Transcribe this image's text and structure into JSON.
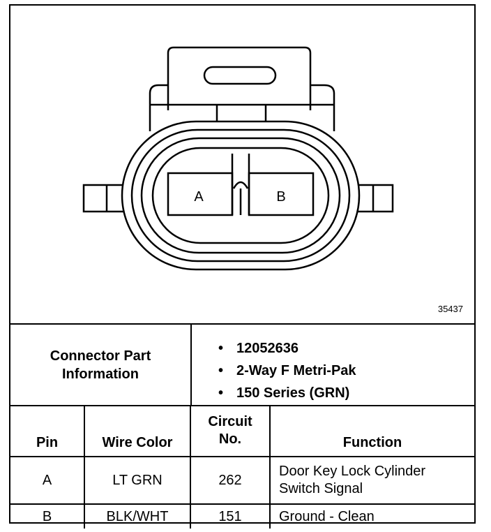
{
  "diagram": {
    "figure_number": "35437",
    "pin_labels": [
      "A",
      "B"
    ]
  },
  "connector_info": {
    "label": "Connector Part Information",
    "items": [
      "12052636",
      "2-Way F Metri-Pak",
      "150 Series (GRN)"
    ]
  },
  "pin_table": {
    "headers": {
      "pin": "Pin",
      "wire_color": "Wire Color",
      "circuit_no": "Circuit No.",
      "function": "Function"
    },
    "rows": [
      {
        "pin": "A",
        "wire_color": "LT GRN",
        "circuit_no": "262",
        "function": "Door Key Lock Cylinder Switch Signal"
      },
      {
        "pin": "B",
        "wire_color": "BLK/WHT",
        "circuit_no": "151",
        "function": "Ground - Clean"
      }
    ]
  }
}
